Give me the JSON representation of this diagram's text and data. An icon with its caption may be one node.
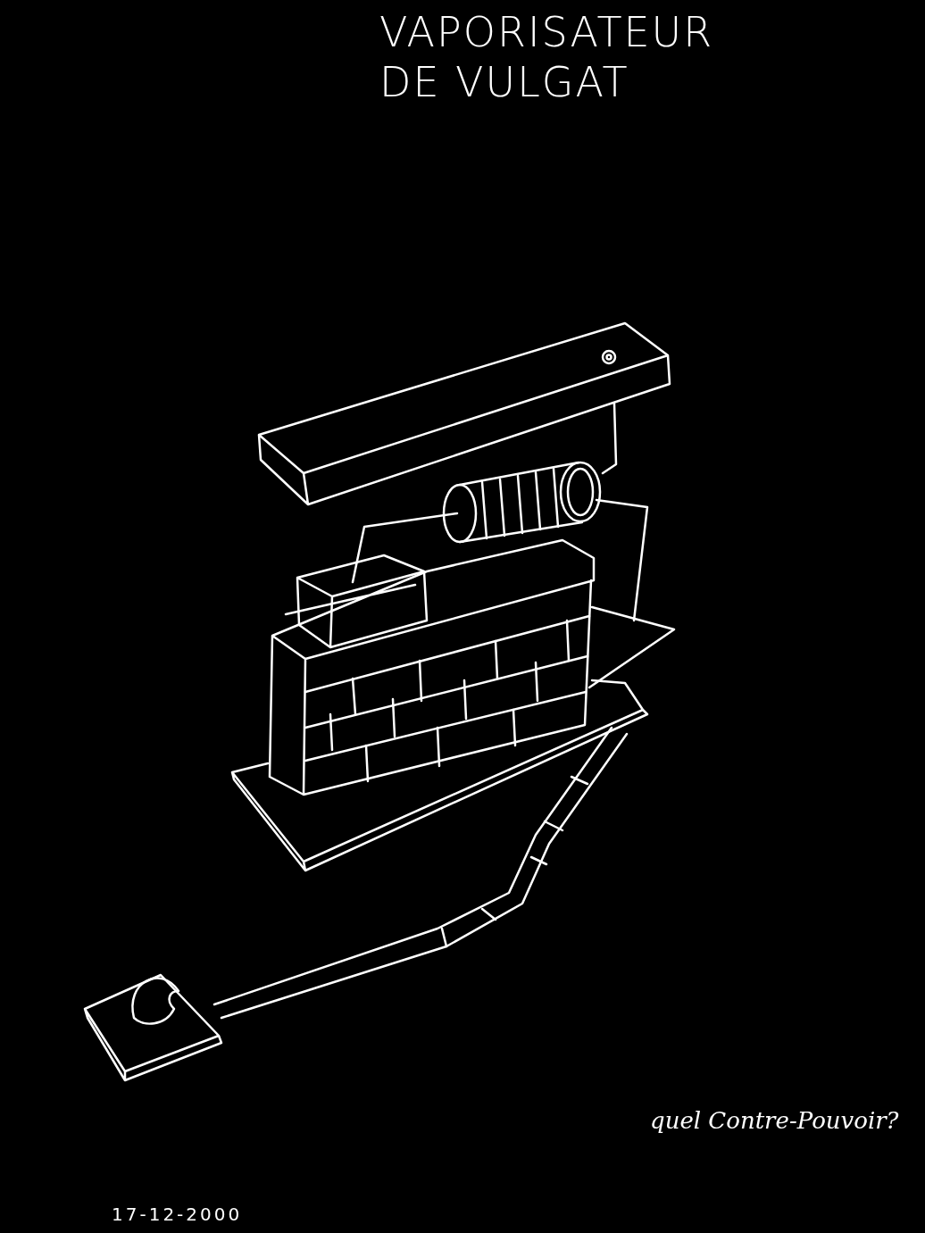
{
  "diagram": {
    "title": "VAPORISATEUR DE VULGAT",
    "labels": [
      "quel Contre-Pouvoir?",
      "17-12-2000"
    ]
  }
}
